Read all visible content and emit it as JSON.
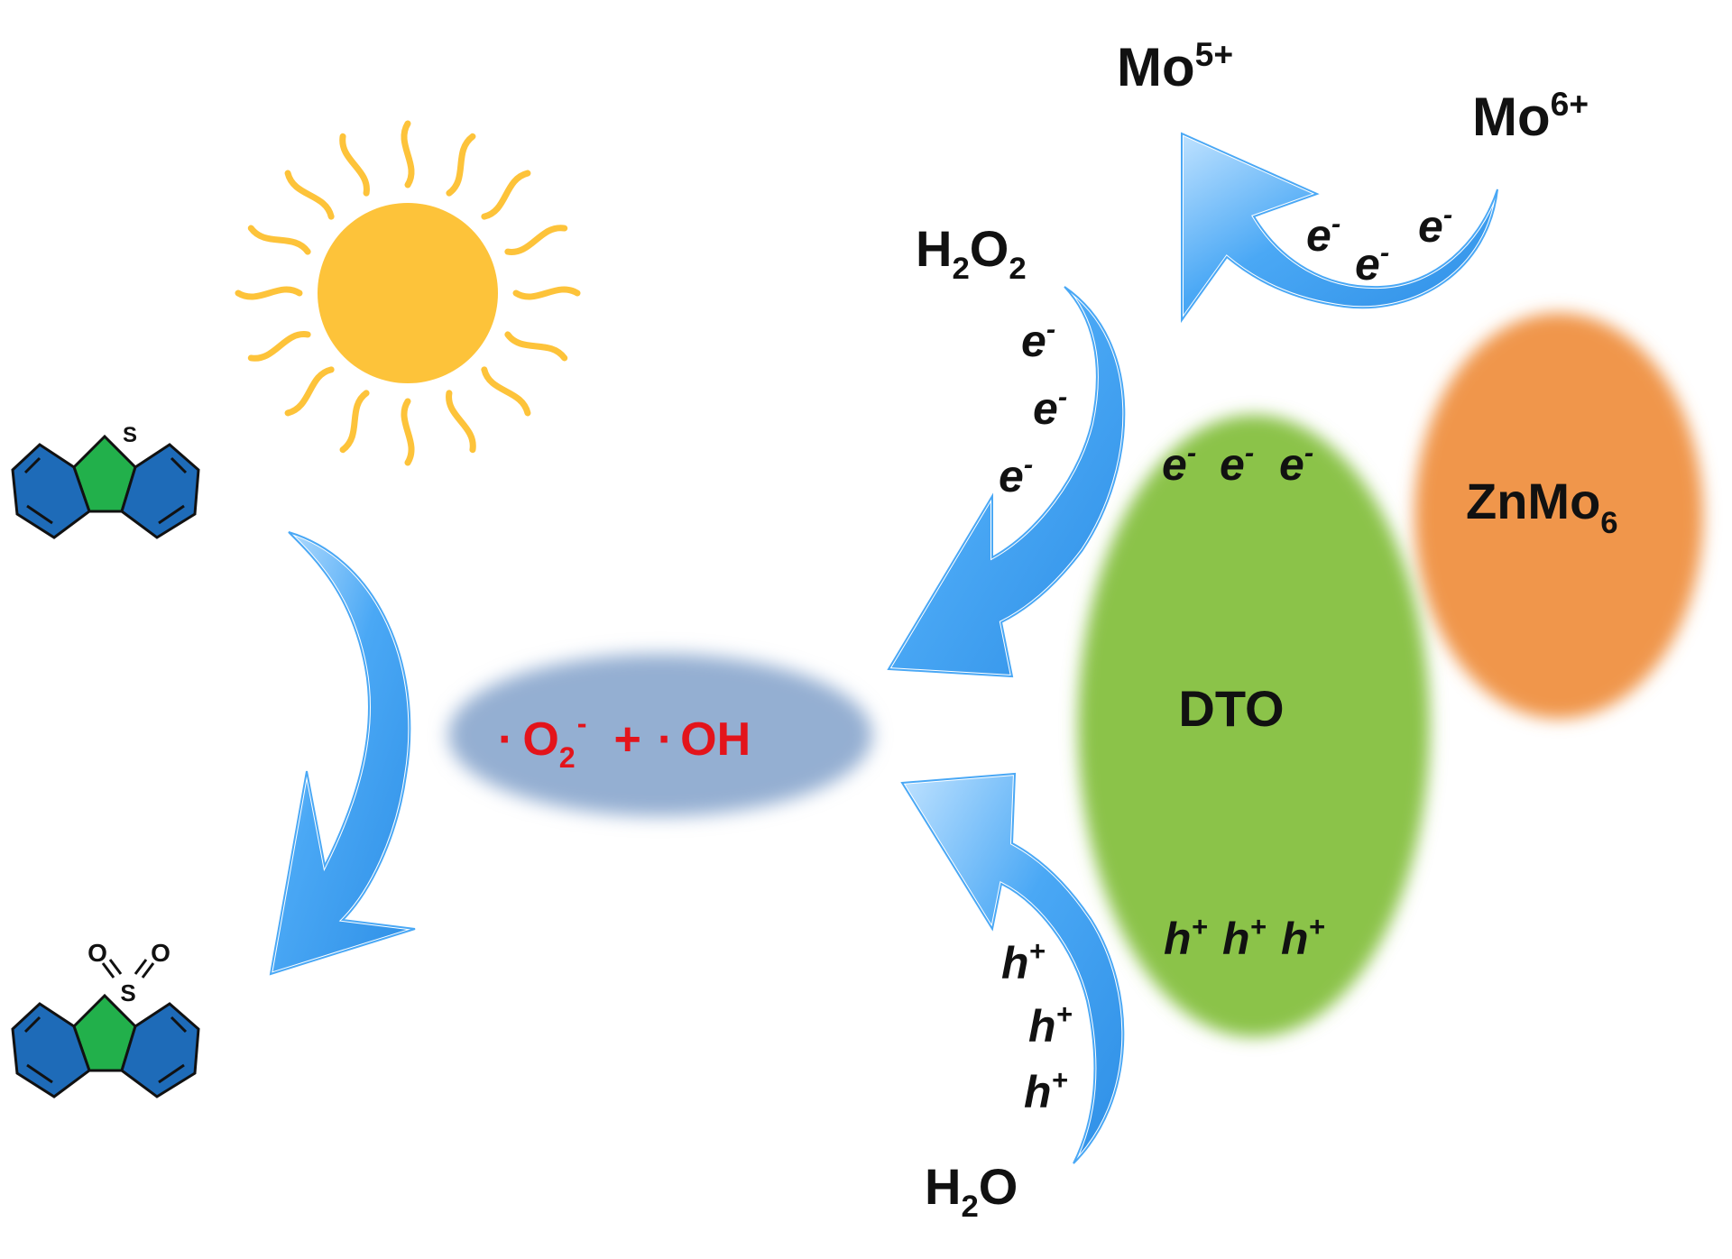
{
  "labels": {
    "mo5_base": "Mo",
    "mo5_sup": "5+",
    "mo6_base": "Mo",
    "mo6_sup": "6+",
    "h2o2_a": "H",
    "h2o2_b": "2",
    "h2o2_c": "O",
    "h2o2_d": "2",
    "h2o_a": "H",
    "h2o_b": "2",
    "h2o_c": "O",
    "dto": "DTO",
    "znmo_base": "ZnMo",
    "znmo_sub": "6",
    "radical_dot1": "·",
    "radical_o2": "O",
    "radical_sub": "2",
    "radical_sup": "-",
    "radical_plus": "+",
    "radical_dot2": "·",
    "radical_oh": "OH",
    "electron": "e",
    "electron_charge": "-",
    "hole": "h",
    "hole_charge": "+",
    "sulfur": "S",
    "oxygen": "O"
  },
  "colors": {
    "sun": "#FDC33A",
    "dto": "#8BC34A",
    "znmo": "#F0964B",
    "radical_ellipse": "#94AFD2",
    "radical_text": "#E3141B",
    "arrow": "#4AA8F5",
    "ring_blue": "#1E6BB8",
    "ring_green": "#22B04B"
  },
  "icons": [
    "sun-icon",
    "dibenzothiophene-molecule",
    "dibenzothiophene-sulfone-molecule",
    "curved-arrow"
  ]
}
